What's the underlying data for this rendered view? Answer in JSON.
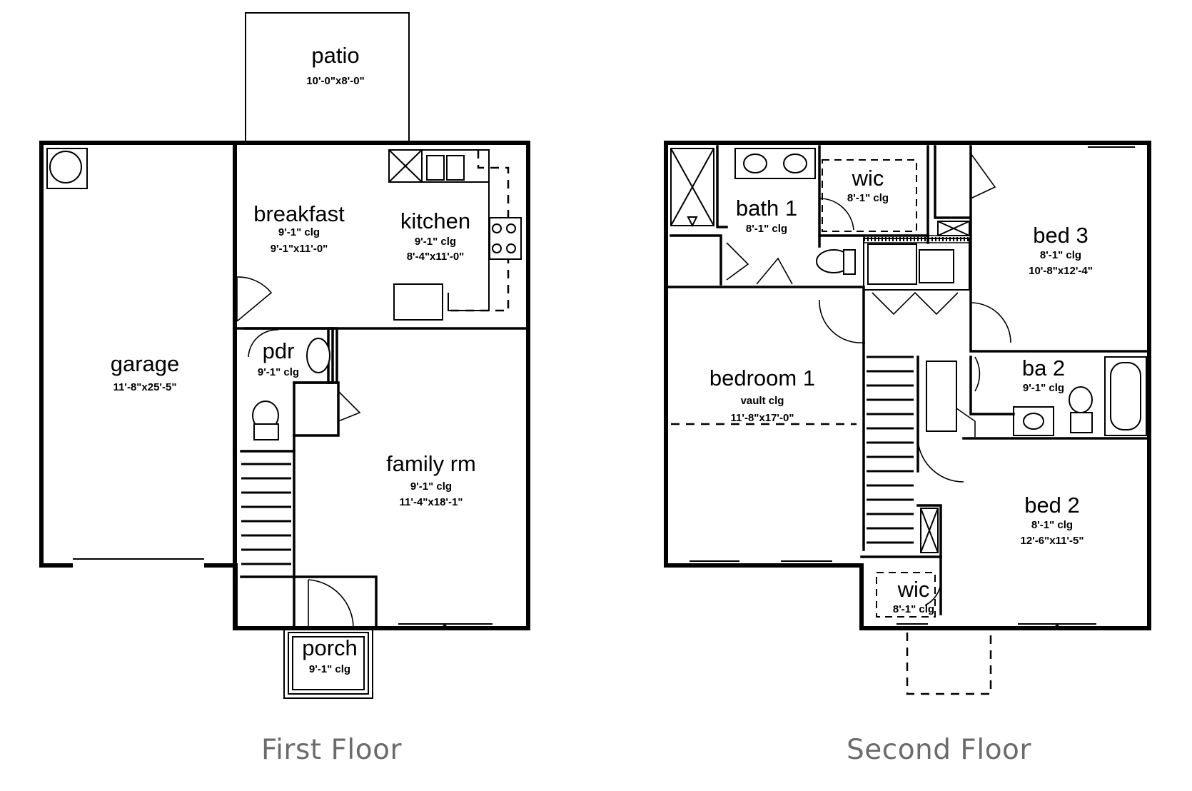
{
  "floors": [
    {
      "label": "First Floor",
      "rooms": {
        "patio": {
          "name": "patio",
          "lines": [
            "10'-0\"x8'-0\""
          ]
        },
        "breakfast": {
          "name": "breakfast",
          "lines": [
            "9'-1\" clg",
            "9'-1\"x11'-0\""
          ]
        },
        "kitchen": {
          "name": "kitchen",
          "lines": [
            "9'-1\" clg",
            "8'-4\"x11'-0\""
          ]
        },
        "garage": {
          "name": "garage",
          "lines": [
            "11'-8\"x25'-5\""
          ]
        },
        "pdr": {
          "name": "pdr",
          "lines": [
            "9'-1\" clg"
          ]
        },
        "family": {
          "name": "family rm",
          "lines": [
            "9'-1\" clg",
            "11'-4\"x18'-1\""
          ]
        },
        "porch": {
          "name": "porch",
          "lines": [
            "9'-1\" clg"
          ]
        }
      }
    },
    {
      "label": "Second Floor",
      "rooms": {
        "wic1": {
          "name": "wic",
          "lines": [
            "8'-1\" clg"
          ]
        },
        "bath1": {
          "name": "bath 1",
          "lines": [
            "8'-1\" clg"
          ]
        },
        "bed3": {
          "name": "bed 3",
          "lines": [
            "8'-1\" clg",
            "10'-8\"x12'-4\""
          ]
        },
        "bedroom1": {
          "name": "bedroom 1",
          "lines": [
            "vault clg",
            "11'-8\"x17'-0\""
          ]
        },
        "ba2": {
          "name": "ba 2",
          "lines": [
            "9'-1\" clg"
          ]
        },
        "bed2": {
          "name": "bed 2",
          "lines": [
            "8'-1\" clg",
            "12'-6\"x11'-5\""
          ]
        },
        "wic2": {
          "name": "wic",
          "lines": [
            "8'-1\" clg"
          ]
        }
      }
    }
  ]
}
